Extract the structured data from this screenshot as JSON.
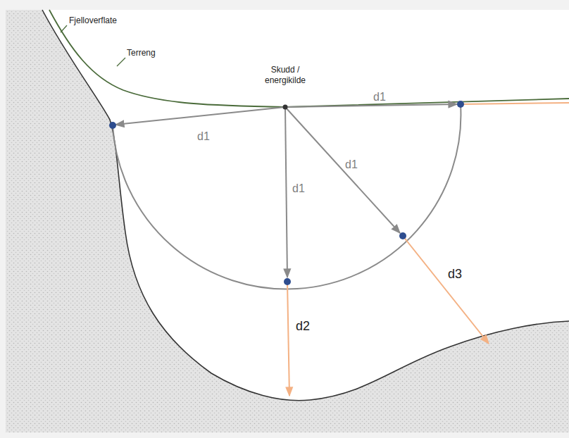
{
  "diagram": {
    "labels": [
      "Fjelloverflate",
      "Terreng",
      "Skudd / energikilde",
      "d1",
      "d1",
      "d1",
      "d1",
      "d3",
      "d2"
    ]
  }
}
